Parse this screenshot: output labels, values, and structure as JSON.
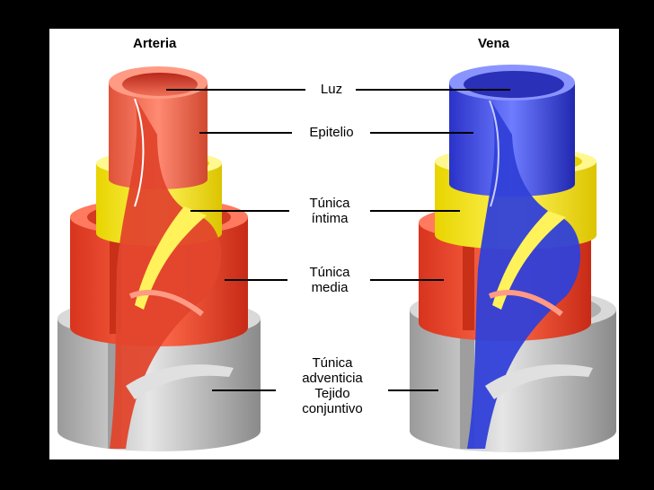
{
  "headings": {
    "artery": "Arteria",
    "vein": "Vena"
  },
  "labels": {
    "luz": "Luz",
    "epitelio": "Epitelio",
    "intima_1": "Túnica",
    "intima_2": "íntima",
    "media_1": "Túnica",
    "media_2": "media",
    "adventicia_1": "Túnica",
    "adventicia_2": "adventicia",
    "adventicia_3": "Tejido",
    "adventicia_4": "conjuntivo"
  },
  "colors": {
    "background": "#000000",
    "slide": "#ffffff",
    "artery_lumen": "#f06a50",
    "vein_lumen": "#3a48e8",
    "intima": "#ffee10",
    "media": "#f44c30",
    "adventitia": "#c8c8c8"
  }
}
